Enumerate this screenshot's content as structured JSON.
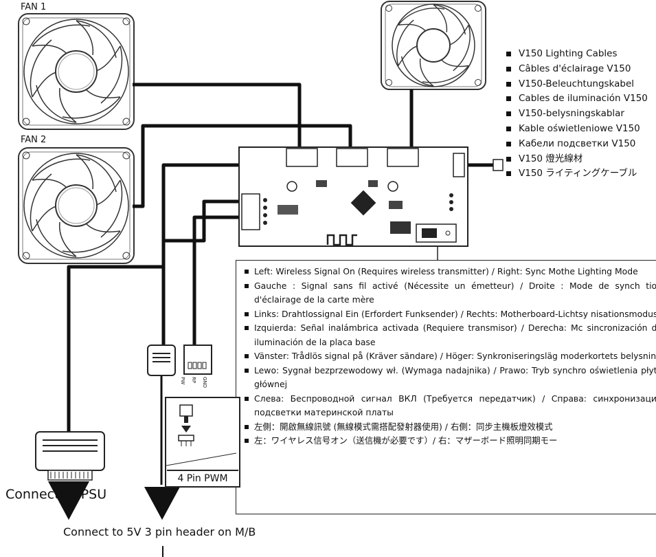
{
  "fans": {
    "fan1_label": "FAN 1",
    "fan2_label": "FAN 2"
  },
  "lighting_cables": [
    "V150 Lighting Cables",
    "Câbles d'éclairage V150",
    "V150-Beleuchtungskabel",
    "Cables de iluminación V150",
    "V150-belysningskablar",
    "Kable oświetleniowe V150",
    "Кабели подсветки V150",
    "V150 燈光線材",
    "V150 ライティングケーブル"
  ],
  "mode_switch_notes": [
    "Left: Wireless Signal On (Requires wireless transmitter) / Right: Sync Mothe Lighting Mode",
    "Gauche : Signal sans fil activé (Nécessite un émetteur) / Droite : Mode de synch tion d'éclairage de la carte mère",
    "Links: Drahtlossignal Ein (Erfordert Funksender) / Rechts: Motherboard-Lichtsy nisationsmodus",
    "Izquierda: Señal inalámbrica activada (Requiere transmisor) / Derecha: Mc sincronización de iluminación de la placa base",
    "Vänster: Trådlös signal på (Kräver sändare) / Höger: Synkroniseringsläg moderkortets belysning",
    "Lewo: Sygnał bezprzewodowy wł. (Wymaga nadajnika) / Prawo: Tryb synchro oświetlenia płyty głównej",
    "Слева: Беспроводной сигнал ВКЛ (Требуется передатчик) / Справа: синхронизации подсветки материнской платы",
    "左側：開啟無線訊號 (無線模式需搭配發射器使用) / 右側：同步主機板燈效模式",
    "左：ワイヤレス信号オン（送信機が必要です）/ 右：マザーボード照明同期モー"
  ],
  "connectors": {
    "psu_label": "Connect to PSU",
    "header_label": "Connect to 5V 3 pin header on M/B",
    "pwm_label": "4 Pin PWM",
    "pwm_pins": [
      "PW",
      "RP",
      "GND"
    ]
  }
}
